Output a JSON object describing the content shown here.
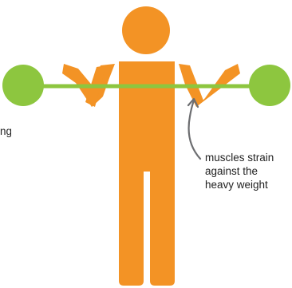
{
  "labels": {
    "left_fragment": "ng",
    "muscles_line1": "muscles strain",
    "muscles_line2": "against the",
    "muscles_line3": "heavy weight"
  },
  "colors": {
    "figure": "#f39325",
    "weight_plate": "#8dc63f",
    "bar": "#8dc63f",
    "arrow": "#6d6e71",
    "text": "#222222"
  }
}
